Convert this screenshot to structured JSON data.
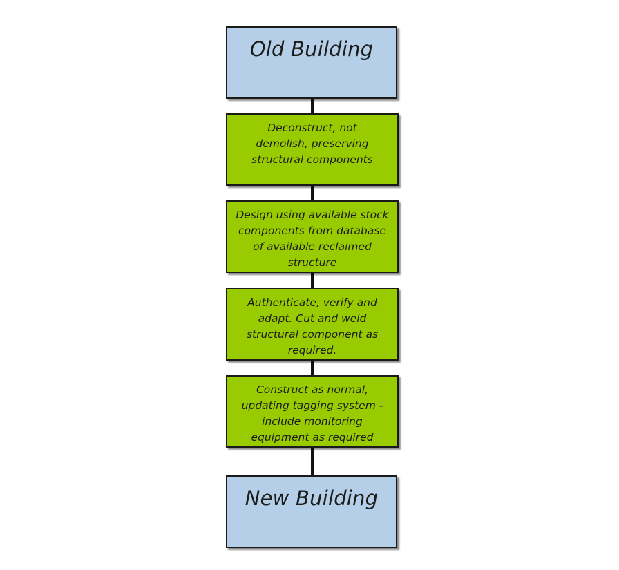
{
  "diagram": {
    "start": {
      "label": "Old Building"
    },
    "steps": [
      {
        "label": "Deconstruct, not demolish, preserving structural components"
      },
      {
        "label": "Design using available stock components from database of available reclaimed structure"
      },
      {
        "label": "Authenticate, verify and adapt. Cut and weld structural component as required."
      },
      {
        "label": "Construct as normal, updating tagging system - include monitoring equipment as required"
      }
    ],
    "end": {
      "label": "New Building"
    },
    "colors": {
      "terminal_fill": "#b5cfe8",
      "step_fill": "#99cc00",
      "border": "#1a1a1a",
      "connector": "#111111"
    }
  }
}
